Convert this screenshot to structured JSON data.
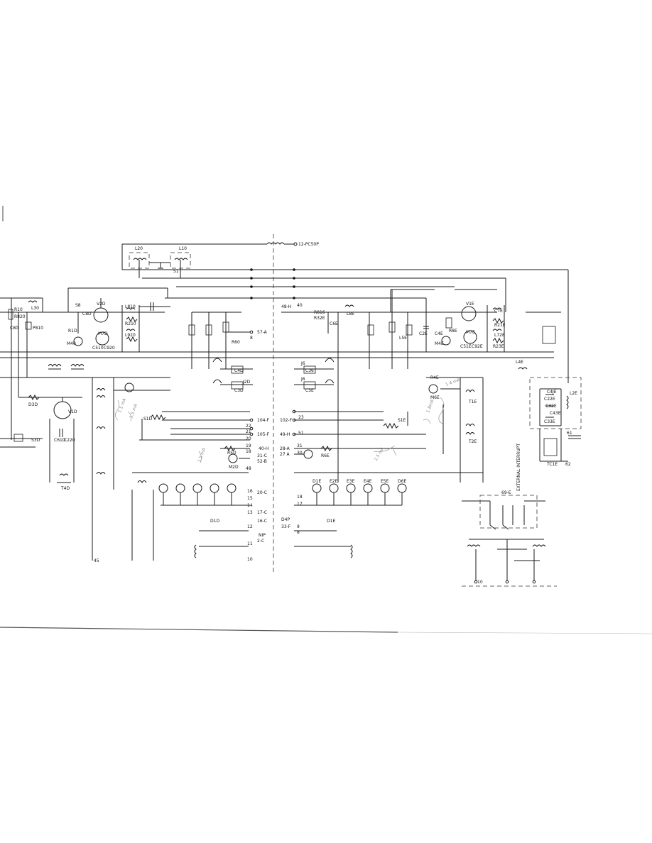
{
  "labels": {
    "top_terminal": "12-PC50P",
    "L20": "L20",
    "L10": "L10",
    "S1": "S1",
    "R10": "R10",
    "R820": "R820",
    "L30": "L30",
    "C80": "C80",
    "P810": "P810",
    "S8": "S8",
    "C8D": "C8D",
    "V2D": "V2D",
    "L810": "L810",
    "R210": "R210",
    "L920": "L920",
    "R1D": "R1D",
    "M40": "M40",
    "M7D": "M7D",
    "C510": "C510",
    "C920": "C920",
    "R60": "R60",
    "t57A": "57-A",
    "n8": "8",
    "C4D": "C4D",
    "J2D": "J2D",
    "C3D": "C3D",
    "D3D": "D3D",
    "V1D": "V1D",
    "S3D": "S3D",
    "C61D": "C61D",
    "C220": "C220",
    "T4D": "T4D",
    "S1D": "S1D",
    "t104F": "104-F",
    "t105F": "105-F",
    "n22": "22",
    "n21": "21",
    "n20": "20",
    "R5D": "R5D",
    "M2D": "M2D",
    "t40H": "40-H",
    "t31C": "31-C",
    "t52B": "52-B",
    "n19": "19",
    "n18a": "18",
    "n48": "48",
    "t20C": "20-C",
    "t17C": "17-C",
    "t16C": "16-C",
    "t2C": "2-C",
    "n16": "16",
    "n15": "15",
    "n14": "14",
    "n13": "13",
    "n12": "12",
    "n11": "11",
    "n10": "10",
    "D1D": "D1D",
    "NIP": "NIP",
    "n45": "45",
    "t48H": "48-H",
    "n40": "40",
    "R816": "R816",
    "R32E": "R32E",
    "C6E": "C6E",
    "L8E": "L8E",
    "J6": "J6",
    "C36": "C36",
    "J6b": "J6",
    "C5E": "C5E",
    "t102F": "102-F",
    "n23": "23",
    "t49H": "49-H",
    "n51": "51",
    "t28A": "28-A",
    "n31": "31",
    "t27A": "27 A",
    "n30": "30",
    "R6E": "R6E",
    "D1E": "D1E",
    "E2E": "E2E",
    "E3E": "E3E",
    "E4E": "E4E",
    "E5E": "E5E",
    "D6E": "D6E",
    "n18b": "18",
    "n17": "17",
    "D4P": "D4P",
    "t33F": "33-F",
    "n9": "9",
    "n8b": "8",
    "D1E2": "D1E",
    "L5E": "L5E",
    "C2E": "C2E",
    "C4E": "C4E",
    "R8E": "R8E",
    "M4E": "M4E",
    "V1E": "V1E",
    "C7E": "C7E",
    "R21E": "R21E",
    "L72E": "L72E",
    "R23E": "R23E",
    "M7E": "M7E",
    "C51E": "C51E",
    "C92E": "C92E",
    "R4E": "R4E",
    "M6E": "M6E",
    "T1E": "T1E",
    "T2E": "T2E",
    "S1E": "S1E",
    "L4E": "L4E",
    "C4JE": "C4JE",
    "C22E": "C22E",
    "C32E": "C32E",
    "C43E": "C43E",
    "C33E": "C33E",
    "L2E": "L2E",
    "n61": "61",
    "TC1E": "TC1E",
    "n62": "62",
    "t69E": "69-E",
    "ext_note": "EXTERNAL INTERRUPT",
    "n_bottom": "10"
  },
  "handwritten_notes": [
    "1.5 mA",
    "1.5 mA",
    "1.5 mA",
    "1.8mA",
    "1.4 mA",
    "2.5 mA"
  ]
}
